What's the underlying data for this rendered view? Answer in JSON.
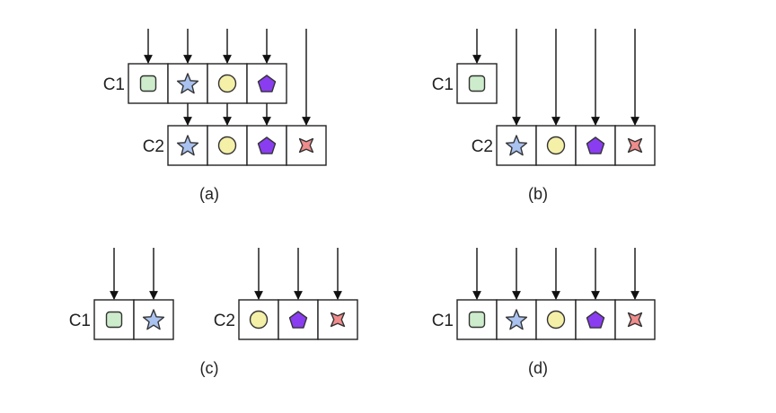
{
  "colors": {
    "square": "#cdeccb",
    "star": "#a9c2ef",
    "circle": "#f5f0a8",
    "pentagon": "#8a3df0",
    "cross": "#f08c8c"
  },
  "panels": [
    {
      "id": "a",
      "caption": "(a)",
      "containers": [
        {
          "label": "C1",
          "items": [
            "square",
            "star",
            "circle",
            "pentagon"
          ]
        },
        {
          "label": "C2",
          "items": [
            "star",
            "circle",
            "pentagon",
            "cross"
          ]
        }
      ]
    },
    {
      "id": "b",
      "caption": "(b)",
      "containers": [
        {
          "label": "C1",
          "items": [
            "square"
          ]
        },
        {
          "label": "C2",
          "items": [
            "star",
            "circle",
            "pentagon",
            "cross"
          ]
        }
      ]
    },
    {
      "id": "c",
      "caption": "(c)",
      "containers": [
        {
          "label": "C1",
          "items": [
            "square",
            "star"
          ]
        },
        {
          "label": "C2",
          "items": [
            "circle",
            "pentagon",
            "cross"
          ]
        }
      ]
    },
    {
      "id": "d",
      "caption": "(d)",
      "containers": [
        {
          "label": "C1",
          "items": [
            "square",
            "star",
            "circle",
            "pentagon",
            "cross"
          ]
        }
      ]
    }
  ]
}
